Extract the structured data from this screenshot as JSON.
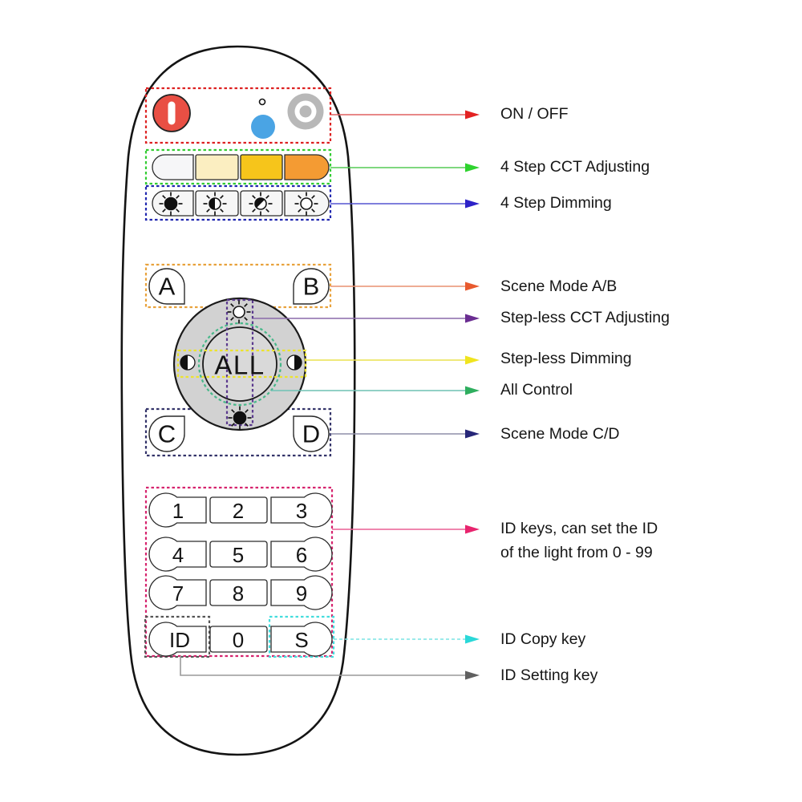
{
  "palette": {
    "remote_outline": "#141414",
    "dial_fill": "#d2d2d2",
    "dial_inner_fill": "#d9d9d9",
    "power_red": "#e94f44",
    "led_blue": "#4aa4e4",
    "target_gray": "#b8b8b8",
    "cct_step_colors": [
      "#f6f6f8",
      "#fbeec1",
      "#f6c51b",
      "#f49b33"
    ],
    "box_on_off": "#dd2222",
    "box_cct": "#33cc33",
    "box_dimming": "#2228b0",
    "box_scene_ab": "#e8a23c",
    "box_stepless_cct": "#5b3a8e",
    "box_stepless_dimming": "#ece32e",
    "circle_all_control": "#48b88a",
    "box_scene_cd": "#34346a",
    "box_id_keys": "#d6246e",
    "box_id_setting": "#555555",
    "box_id_copy": "#44dddd"
  },
  "remote": {
    "dial_center_label": "ALL",
    "scene_keys": [
      "A",
      "B",
      "C",
      "D"
    ],
    "keypad_keys": [
      "1",
      "2",
      "3",
      "4",
      "5",
      "6",
      "7",
      "8",
      "9",
      "ID",
      "0",
      "S"
    ],
    "icons": {
      "power": "power-icon",
      "status_led": "led-dot-icon",
      "pairing": "target-icon",
      "dimming_steps": [
        "sun-filled-icon",
        "sun-half-icon",
        "sun-quarter-icon",
        "sun-outline-icon"
      ],
      "ring_top": "sun-outline-icon",
      "ring_bottom": "sun-filled-icon",
      "ring_left": "half-moon-left-icon",
      "ring_right": "half-moon-right-icon"
    }
  },
  "annotations": [
    {
      "label": "ON / OFF",
      "color": "#e32222",
      "line_color": "#e06060"
    },
    {
      "label": "4 Step CCT Adjusting",
      "color": "#2ed32e",
      "line_color": "#55cc55"
    },
    {
      "label": "4 Step Dimming",
      "color": "#2d22c8",
      "line_color": "#5555d0"
    },
    {
      "label": "Scene Mode A/B",
      "color": "#e85a2e",
      "line_color": "#e89070"
    },
    {
      "label": "Step-less CCT Adjusting",
      "color": "#6a2d91",
      "line_color": "#8a6aaa"
    },
    {
      "label": "Step-less Dimming",
      "color": "#f0e41e",
      "line_color": "#eae24e"
    },
    {
      "label": "All Control",
      "color": "#2eae5e",
      "line_color": "#6ec2b4"
    },
    {
      "label": "Scene Mode C/D",
      "color": "#262678",
      "line_color": "#8f8fa8"
    },
    {
      "label": "ID keys, can set the ID",
      "label2": "of the light from 0 - 99",
      "color": "#e8246e",
      "line_color": "#ea5f94"
    },
    {
      "label": "ID Copy key",
      "color": "#2ad8d8",
      "line_color": "#7ae4e4"
    },
    {
      "label": "ID Setting key",
      "color": "#606060",
      "line_color": "#9a9a9a"
    }
  ]
}
